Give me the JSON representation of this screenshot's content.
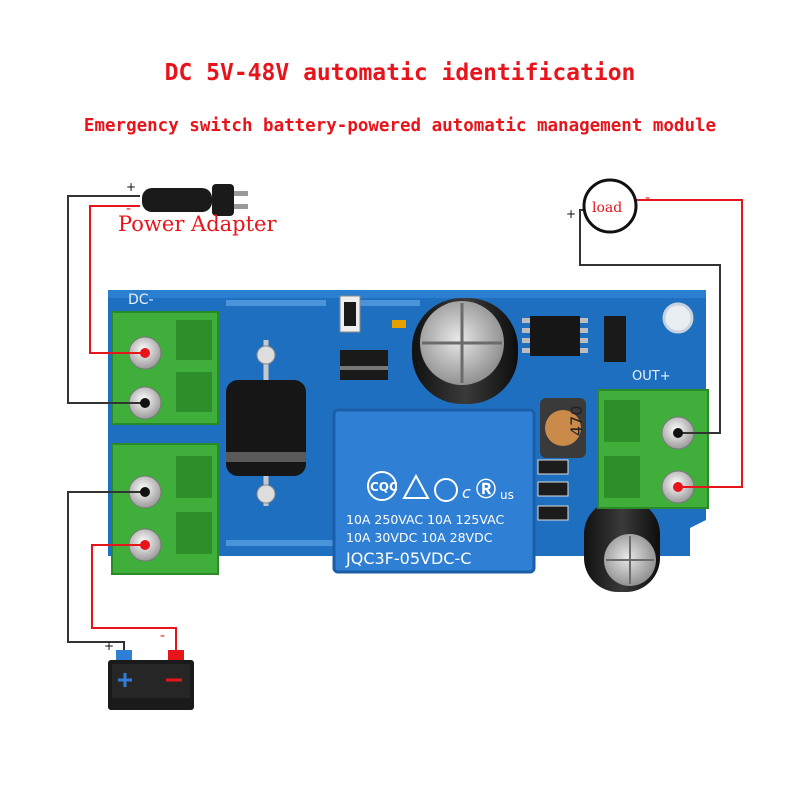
{
  "title": "DC 5V-48V automatic identification",
  "subtitle": "Emergency switch battery-powered automatic management module",
  "labels": {
    "power_adapter": "Power Adapter",
    "load": "load",
    "plus": "+",
    "minus": "-",
    "dc_minus": "DC-",
    "out_plus": "OUT+"
  },
  "relay": {
    "brand": "CQC",
    "cert": "c",
    "ur": "us",
    "line1": "10A 250VAC  10A 125VAC",
    "line2": "10A   30VDC  10A  28VDC",
    "model": "JQC3F-05VDC-C"
  },
  "inductor_code": "470",
  "colors": {
    "title_red": "#e8141b",
    "pcb_blue": "#1f6fc0",
    "terminal_green": "#3fae3a",
    "relay_blue": "#2f7fd4",
    "wire_red": "#e8141b",
    "wire_dark": "#333333"
  },
  "icons": [
    "power-plug-icon",
    "battery-icon",
    "load-icon"
  ]
}
